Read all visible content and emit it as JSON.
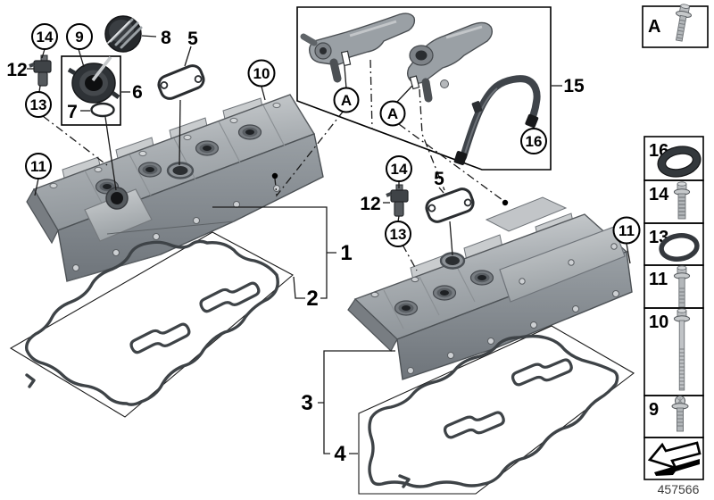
{
  "figure": {
    "part_number": "457566"
  },
  "callouts": {
    "c14_left": "14",
    "c9": "9",
    "c12_left": "12",
    "c13_left": "13",
    "c11_left": "11",
    "c8": "8",
    "c5_left": "5",
    "c6": "6",
    "c7": "7",
    "c10_left": "10",
    "c1": "1",
    "c2": "2",
    "c3": "3",
    "c4": "4",
    "c14_right": "14",
    "c12_right": "12",
    "c13_right": "13",
    "c5_right": "5",
    "c11_right": "11",
    "c15": "15",
    "c16": "16",
    "cA_left": "A",
    "cA_right": "A"
  },
  "legend": {
    "box_a_label": "A",
    "items": [
      {
        "num": "16",
        "part": "profile-seal-ring"
      },
      {
        "num": "14",
        "part": "hex-flange-screw-short"
      },
      {
        "num": "13",
        "part": "o-ring"
      },
      {
        "num": "11",
        "part": "screw-medium"
      },
      {
        "num": "10",
        "part": "screw-long"
      },
      {
        "num": "9",
        "part": "flange-screw-short"
      }
    ]
  }
}
